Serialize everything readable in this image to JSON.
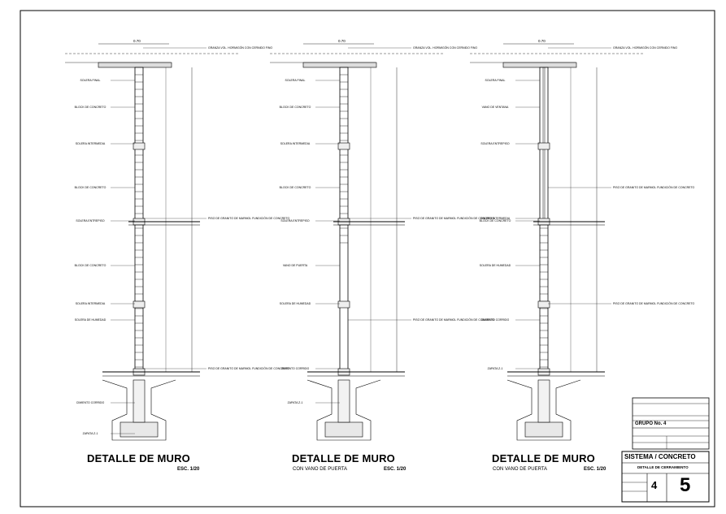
{
  "drawings": [
    {
      "title": "DETALLE DE MURO",
      "subtitle": "",
      "scale": "ESC. 1/20",
      "top_dim": "0.70",
      "labels": [
        "GRANZA VOL. HORMIGÓN CON CERNIDO FINO",
        "SOLERA FINAL",
        "BLOCK DE CONCRETO",
        "SOLERA INTERMEDIA",
        "BLOCK DE CONCRETO",
        "SOLERA ENTREPISO",
        "PISO DE GRANITO DE MARMOL FUNDICIÓN DE CONCRETO",
        "BLOCK DE CONCRETO",
        "SOLERA INTERMEDIA",
        "SOLERA DE HUMEDAD",
        "PISO DE GRANITO DE MARMOL FUNDICIÓN DE CONCRETO",
        "CIMIENTO CORRIDO",
        "ZAPATA Z-1"
      ]
    },
    {
      "title": "DETALLE DE MURO",
      "subtitle": "CON VANO DE PUERTA",
      "scale": "ESC. 1/20",
      "top_dim": "0.70",
      "labels": [
        "GRANZA VOL. HORMIGÓN CON CERNIDO FINO",
        "SOLERA FINAL",
        "BLOCK DE CONCRETO",
        "SOLERA INTERMEDIA",
        "BLOCK DE CONCRETO",
        "SOLERA ENTREPISO",
        "PISO DE GRANITO DE MARMOL FUNDICIÓN DE CONCRETO",
        "VANO DE PUERTA",
        "SOLERA DE HUMEDAD",
        "PISO DE GRANITO DE MARMOL FUNDICIÓN DE CONCRETO",
        "CIMIENTO CORRIDO",
        "ZAPATA Z-1"
      ]
    },
    {
      "title": "DETALLE DE MURO",
      "subtitle": "CON VANO DE PUERTA",
      "scale": "ESC. 1/20",
      "top_dim": "0.70",
      "labels": [
        "GRANZA VOL. HORMIGÓN CON CERNIDO FINO",
        "SOLERA FINAL",
        "VANO DE VENTANA",
        "SOLERA ENTREPISO",
        "PISO DE GRANITO DE MARMOL FUNDICIÓN DE CONCRETO",
        "BLOCK DE CONCRETO",
        "SOLERA INTERMEDIA",
        "SOLERA DE HUMEDAD",
        "PISO DE GRANITO DE MARMOL FUNDICIÓN DE CONCRETO",
        "CIMIENTO CORRIDO",
        "ZAPATA Z-1"
      ]
    }
  ],
  "title_block": {
    "group": "GRUPO No. 4",
    "system": "SISTEMA / CONCRETO",
    "content": "DETALLE DE CERRAMIENTO",
    "group_number": "4",
    "sheet_number": "5"
  }
}
